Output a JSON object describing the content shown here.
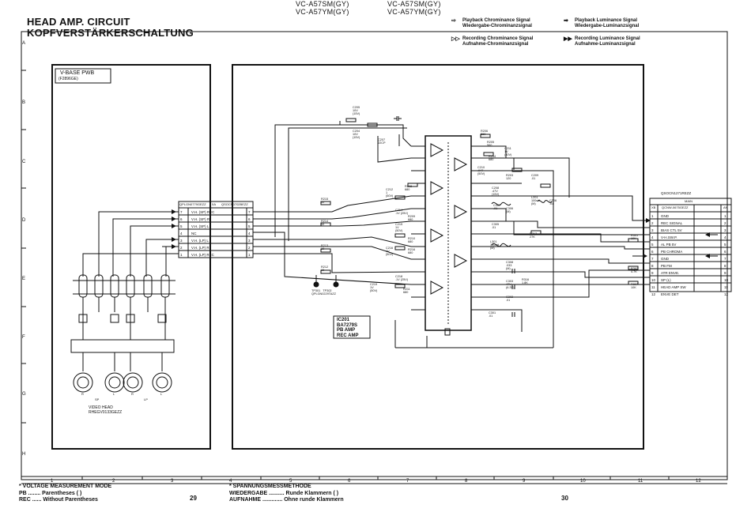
{
  "title": {
    "line1": "HEAD AMP. CIRCUIT",
    "line2": "KOPFVERSTÄRKERSCHALTUNG"
  },
  "models": {
    "left": [
      "VC-A57SM(GY)",
      "VC-A57YM(GY)"
    ],
    "right": [
      "VC-A57SM(GY)",
      "VC-A57YM(GY)"
    ]
  },
  "legend": [
    {
      "icon": "hollow-arrow",
      "line1": "Playback Chrominance Signal",
      "line2": "Wiedergabe-Chrominanzsignal"
    },
    {
      "icon": "hollow-double-arrow",
      "line1": "Recording Chrominance Signal",
      "line2": "Aufnahme-Chrominanzsignal"
    },
    {
      "icon": "solid-arrow",
      "line1": "Playback Luminance Signal",
      "line2": "Wiedergabe-Luminanzsignal"
    },
    {
      "icon": "solid-double-arrow",
      "line1": "Recording Luminance Signal",
      "line2": "Aufnahme-Luminanzsignal"
    }
  ],
  "row_labels": [
    "A",
    "B",
    "C",
    "D",
    "E",
    "F",
    "G",
    "H"
  ],
  "column_labels": [
    "1",
    "2",
    "3",
    "4",
    "5",
    "6",
    "7",
    "8",
    "9",
    "10",
    "11",
    "12"
  ],
  "board": {
    "name": "V-BASE  PWB",
    "code": "(F2896GE)"
  },
  "video_head": {
    "line1": "VIDEO  HEAD",
    "line2": "RHEGV0133GEZZ",
    "head_labels": [
      "R",
      "L",
      "R",
      "L"
    ],
    "speed_labels": [
      "SP",
      "LP"
    ]
  },
  "ic": {
    "ref": "IC201",
    "part": "BA7279S",
    "line3": "PB  AMP",
    "line4": "REC  AMP"
  },
  "left_connector": {
    "code_left": "QPLGN0779GEZZ",
    "code_xa": "XA",
    "code_right": "QSOCN0702BEZZ",
    "pins": [
      {
        "num": "7",
        "name": "V.H. (SP) REC"
      },
      {
        "num": "6",
        "name": "V.H. (SP) R"
      },
      {
        "num": "5",
        "name": "V.H. (SP) L"
      },
      {
        "num": "4",
        "name": "NC"
      },
      {
        "num": "3",
        "name": "V.H. (LP) L"
      },
      {
        "num": "2",
        "name": "V.H. (LP) R"
      },
      {
        "num": "1",
        "name": "V.H. (LP) REC"
      }
    ]
  },
  "right_connector": {
    "code": "QSOCN1271REZZ",
    "main": "MAIN",
    "header": [
      "XB",
      "QCNW-0675GEZZ",
      "AN"
    ],
    "pins": [
      {
        "num": "1",
        "name": "GND",
        "right": "1"
      },
      {
        "num": "2",
        "name": "REC SIGNAL",
        "right": "2"
      },
      {
        "num": "3",
        "name": "BIAS CTL 5V",
        "right": "3"
      },
      {
        "num": "4",
        "name": "V-H.SW.P.",
        "right": "4"
      },
      {
        "num": "5",
        "name": "AL PB 5V",
        "right": "5"
      },
      {
        "num": "6",
        "name": "PB CHROMA",
        "right": "6"
      },
      {
        "num": "7",
        "name": "GND",
        "right": "7"
      },
      {
        "num": "8",
        "name": "PB FM",
        "right": "8"
      },
      {
        "num": "9",
        "name": "ATR ENVE.",
        "right": "9"
      },
      {
        "num": "10",
        "name": "SP (L)",
        "right": "10"
      },
      {
        "num": "11",
        "name": "HEAD AMP SW",
        "right": "11"
      },
      {
        "num": "12",
        "name": "ENVE DET",
        "right": "12"
      }
    ]
  },
  "components": {
    "C205": [
      "C205",
      "10V",
      "(15V)"
    ],
    "C204": [
      "C204",
      "10V",
      "(15V)"
    ],
    "C207": [
      "C207",
      "22CP"
    ],
    "R206": [
      "R206",
      "560"
    ],
    "R205": [
      "R205",
      "560"
    ],
    "C211": [
      "C211",
      "1V",
      "(50V)"
    ],
    "R204": [
      "R204",
      "680"
    ],
    "C210": [
      "C210",
      ".047",
      "(50V)"
    ],
    "R203": [
      "R203",
      "120"
    ],
    "C209": [
      "C209",
      ".01"
    ],
    "C212": [
      "C212",
      "1",
      "(50V)"
    ],
    "R208": [
      "R208",
      "680"
    ],
    "C208": [
      "C208",
      ".47V",
      "(15V)"
    ],
    "L201": [
      "L201",
      "100uH",
      "(M)"
    ],
    "C206": [
      "C206",
      ".01"
    ],
    "R215": [
      "R215",
      "10"
    ],
    "C214": [
      "C214",
      ".1V (25V)"
    ],
    "R209": [
      "R209",
      "680"
    ],
    "C307": [
      "C307",
      ".01"
    ],
    "C306": [
      "C306",
      "(M)"
    ],
    "C305": [
      "C305",
      ".01"
    ],
    "R214": [
      "R214",
      "10"
    ],
    "C215": [
      "C215",
      "1V",
      "(50V)"
    ],
    "R210": [
      "R210",
      "680"
    ],
    "R317": [
      "R317",
      "27K"
    ],
    "R213": [
      "R213",
      "10"
    ],
    "C216": [
      "C216",
      "1V",
      "(50V)"
    ],
    "R216": [
      "R216",
      "680"
    ],
    "L301": [
      "L301",
      "100uH",
      "(M)"
    ],
    "C308": [
      "C308",
      ".033",
      "(M)"
    ],
    "R212": [
      "R212",
      "10"
    ],
    "C218": [
      "C218",
      ".1V (25V)"
    ],
    "C219": [
      "C219",
      "1V",
      "(50V)"
    ],
    "R211": [
      "R211",
      "680"
    ],
    "C303": [
      "C303",
      "47V",
      "(6.3V)"
    ],
    "R316": [
      "R316",
      "1.8K"
    ],
    "C302": [
      "C302",
      ".01"
    ],
    "C301": [
      "C301",
      ".01"
    ],
    "R301": [
      "R301",
      "10K"
    ],
    "R302": [
      "R302",
      "4.7K"
    ],
    "R307": [
      "R307",
      "10K"
    ],
    "TP": [
      "TP301",
      "TP302",
      "QPLGN0229TAZZ"
    ]
  },
  "footer": {
    "left_title": "* VOLTAGE MEASUREMENT MODE",
    "left_pb": "PB ........ Parentheses (  )",
    "left_rec": "REC ...... Without Parentheses",
    "page_left": "29",
    "right_title": "* SPANNUNGSMESSMETHODE",
    "right_pb": "WIEDERGABE .......... Runde Klammern (  )",
    "right_rec": "AUFNAHME ............. Ohne runde Klammern",
    "page_right": "30"
  }
}
